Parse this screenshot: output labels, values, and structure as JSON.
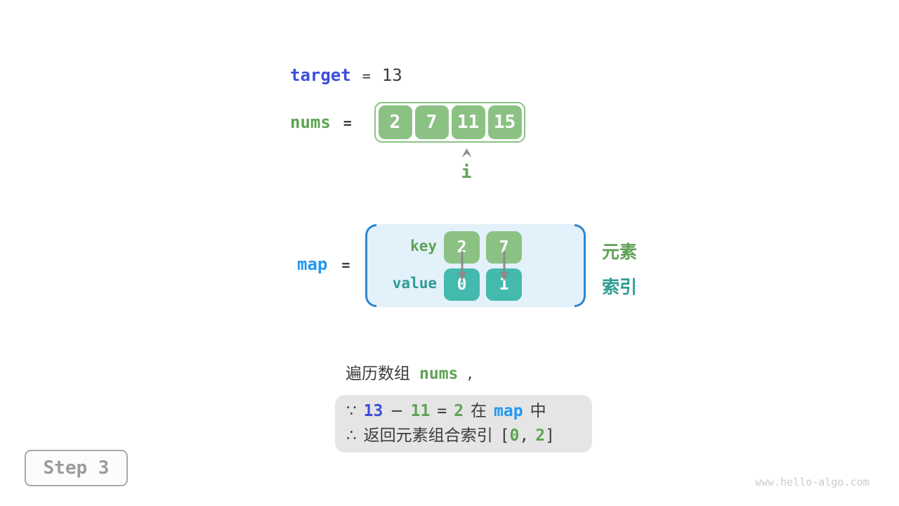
{
  "colors": {
    "green-box": "#8BC284",
    "green-text": "#5FA255",
    "teal-box": "#44B9AD",
    "teal-text": "#2E9C92",
    "target-blue": "#3B4EDB",
    "map-blue": "#2298F1",
    "bracket-blue": "#2E86CF",
    "map-bg": "#E3F1FA",
    "dark-text": "#3C3C3C",
    "arrow-gray": "#8C8C8C",
    "note-bg": "#E5E5E5",
    "step-text": "#9C9C9C",
    "step-border": "#A8A8A8",
    "watermark-gray": "#CCCCCC"
  },
  "target_line": {
    "label": "target",
    "equals": "=",
    "value": "13"
  },
  "nums": {
    "label": "nums",
    "equals": "=",
    "cells": [
      "2",
      "7",
      "11",
      "15"
    ],
    "pointer_label": "i"
  },
  "map": {
    "label": "map",
    "equals": "=",
    "key_header": "key",
    "value_header": "value",
    "keys": [
      "2",
      "7"
    ],
    "values": [
      "0",
      "1"
    ],
    "legend_key": "元素",
    "legend_value": "索引"
  },
  "sentence": {
    "prefix": "遍历数组",
    "code": "nums",
    "comma": ","
  },
  "conclusion": {
    "line1": {
      "because": "∵",
      "minuend": "13",
      "minus": "−",
      "subtrahend": "11",
      "equals": "=",
      "difference": "2",
      "in_word": "在",
      "map_word": "map",
      "suffix": "中"
    },
    "line2": {
      "therefore": "∴",
      "text": "返回元素组合索引",
      "bracket_open": "[",
      "index_a": "0",
      "comma": ",",
      "index_b": "2",
      "bracket_close": "]"
    }
  },
  "step_badge": {
    "label": "Step 3"
  },
  "watermark": {
    "text": "www.hello-algo.com"
  }
}
